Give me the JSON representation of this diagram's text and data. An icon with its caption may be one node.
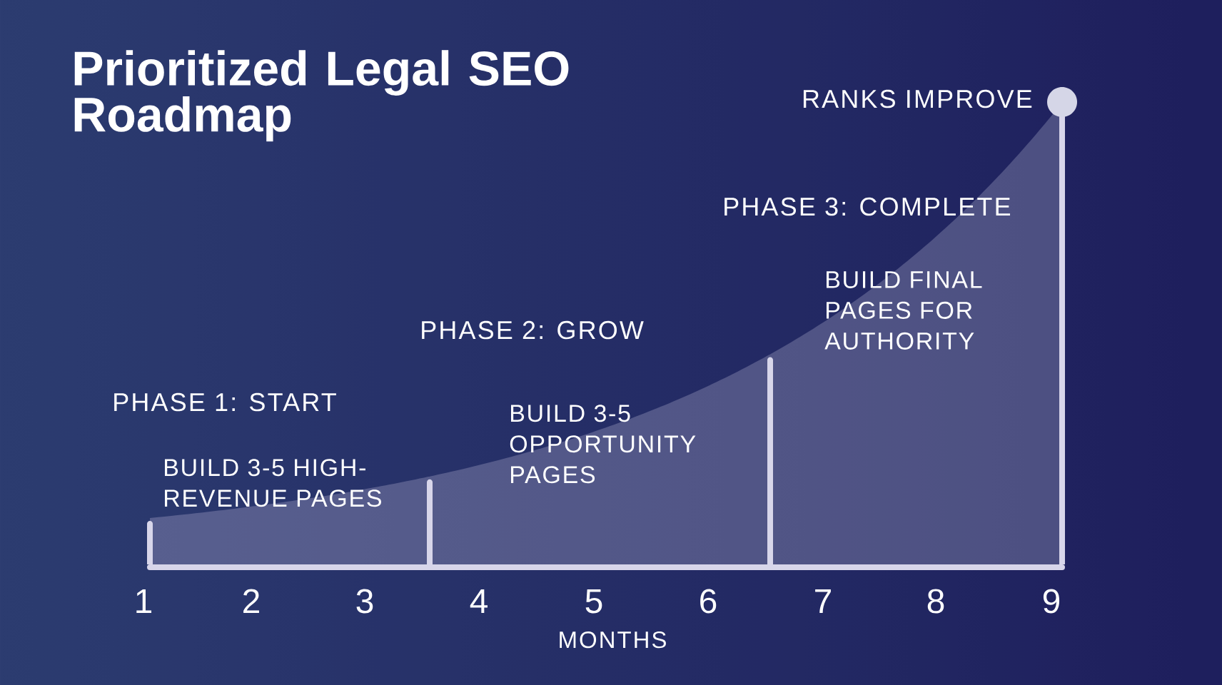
{
  "diagram": {
    "title": "Prioritized Legal SEO Roadmap",
    "labels": [
      "PHASE 1: START",
      "BUILD 3-5 HIGH-REVENUE PAGES",
      "PHASE 2: GROW",
      "BUILD 3-5 OPPORTUNITY PAGES",
      "PHASE 3: COMPLETE",
      "BUILD FINAL PAGES FOR AUTHORITY",
      "RANKS IMPROVE",
      "1",
      "2",
      "3",
      "4",
      "5",
      "6",
      "7",
      "8",
      "9",
      "MONTHS"
    ]
  }
}
